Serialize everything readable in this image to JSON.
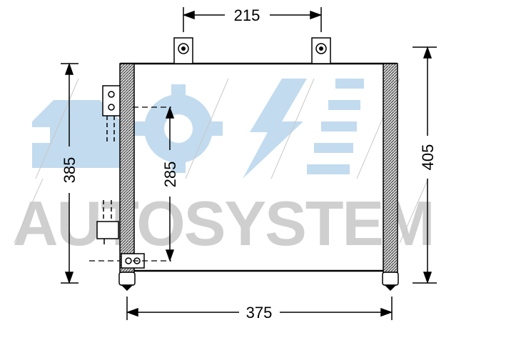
{
  "watermark": {
    "text": "AUTOSYSTEM"
  },
  "dimensions": {
    "top_bracket_spacing": "215",
    "left_height": "385",
    "core_height": "285",
    "right_height": "405",
    "bottom_width": "375"
  },
  "colors": {
    "line": "#000000",
    "watermark_gray": "#cfcfcf",
    "watermark_blue": "#bcd8ee",
    "tank_fill": "#9a9a9a"
  }
}
